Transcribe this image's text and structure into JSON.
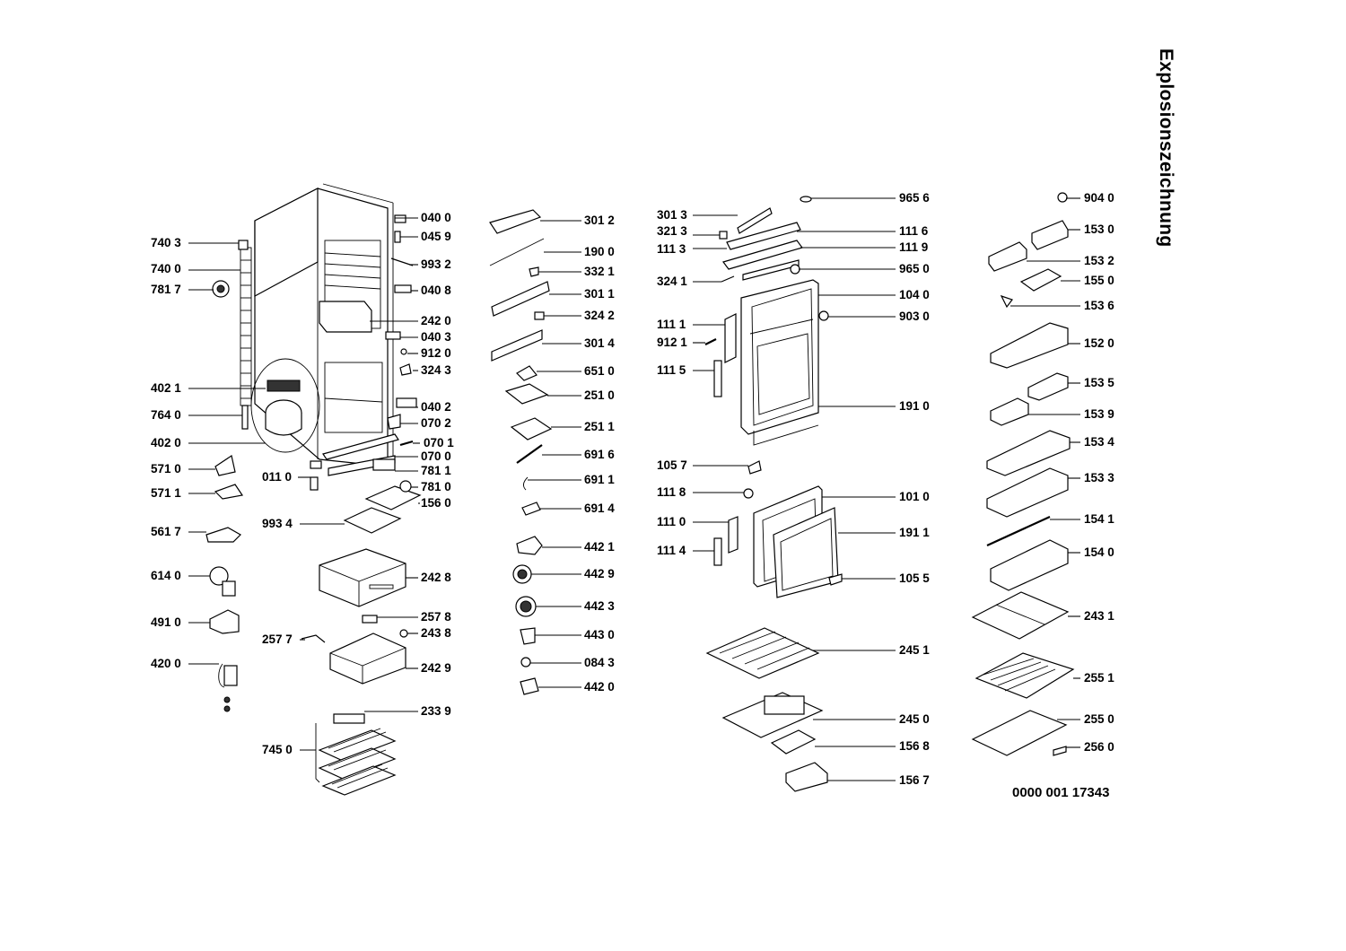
{
  "title": "Explosionszeichnung",
  "document_number": "0000 001 17343",
  "callouts": [
    "040 0",
    "045 9",
    "740 3",
    "993 2",
    "740 0",
    "781 7",
    "040 8",
    "242 0",
    "040 3",
    "912 0",
    "324 3",
    "402 1",
    "040 2",
    "764 0",
    "070 2",
    "402 0",
    "070 1",
    "070 0",
    "571 0",
    "781 1",
    "011 0",
    "781 0",
    "571 1",
    "156 0",
    "993 4",
    "561 7",
    "242 8",
    "614 0",
    "257 8",
    "491 0",
    "243 8",
    "257 7",
    "242 9",
    "420 0",
    "233 9",
    "745 0",
    "301 2",
    "190 0",
    "332 1",
    "301 1",
    "324 2",
    "301 4",
    "651 0",
    "251 0",
    "251 1",
    "691 6",
    "691 1",
    "691 4",
    "442 1",
    "442 9",
    "442 3",
    "443 0",
    "084 3",
    "442 0",
    "965 6",
    "301 3",
    "111 6",
    "321 3",
    "111 3",
    "111 9",
    "965 0",
    "324 1",
    "104 0",
    "111 1",
    "903 0",
    "912 1",
    "111 5",
    "191 0",
    "105 7",
    "111 8",
    "101 0",
    "111 0",
    "191 1",
    "111 4",
    "105 5",
    "245 1",
    "245 0",
    "156 8",
    "156 7",
    "904 0",
    "153 0",
    "153 2",
    "155 0",
    "153 6",
    "152 0",
    "153 5",
    "153 9",
    "153 4",
    "153 3",
    "154 1",
    "154 0",
    "243 1",
    "255 1",
    "255 0",
    "256 0"
  ]
}
